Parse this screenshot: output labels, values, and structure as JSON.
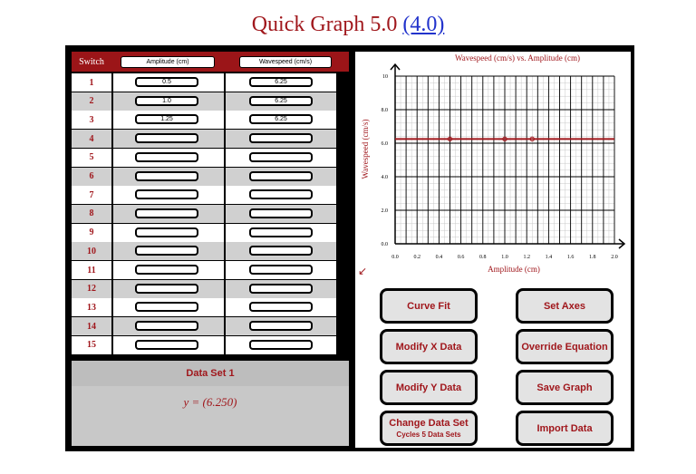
{
  "app": {
    "title": "Quick Graph 5.0",
    "link": "(4.0)"
  },
  "table": {
    "headers": {
      "switch": "Switch",
      "amplitude": "Amplitude (cm)",
      "wavespeed": "Wavespeed (cm/s)"
    },
    "rows": [
      {
        "n": "1",
        "amp": "0.5",
        "ws": "6.25"
      },
      {
        "n": "2",
        "amp": "1.0",
        "ws": "6.25"
      },
      {
        "n": "3",
        "amp": "1.25",
        "ws": "6.25"
      },
      {
        "n": "4",
        "amp": "",
        "ws": ""
      },
      {
        "n": "5",
        "amp": "",
        "ws": ""
      },
      {
        "n": "6",
        "amp": "",
        "ws": ""
      },
      {
        "n": "7",
        "amp": "",
        "ws": ""
      },
      {
        "n": "8",
        "amp": "",
        "ws": ""
      },
      {
        "n": "9",
        "amp": "",
        "ws": ""
      },
      {
        "n": "10",
        "amp": "",
        "ws": ""
      },
      {
        "n": "11",
        "amp": "",
        "ws": ""
      },
      {
        "n": "12",
        "amp": "",
        "ws": ""
      },
      {
        "n": "13",
        "amp": "",
        "ws": ""
      },
      {
        "n": "14",
        "amp": "",
        "ws": ""
      },
      {
        "n": "15",
        "amp": "",
        "ws": ""
      }
    ]
  },
  "dataset": {
    "title": "Data Set 1",
    "equation": "y = (6.250)"
  },
  "arrow": "↙",
  "buttons": {
    "curve_fit": "Curve Fit",
    "set_axes": "Set Axes",
    "modify_x": "Modify X Data",
    "override_eq": "Override Equation",
    "modify_y": "Modify Y Data",
    "save_graph": "Save Graph",
    "change_ds": "Change Data Set",
    "change_ds_sub": "Cycles 5 Data Sets",
    "import_data": "Import Data"
  },
  "chart_data": {
    "type": "scatter",
    "title": "Wavespeed (cm/s) vs. Amplitude (cm)",
    "xlabel": "Amplitude (cm)",
    "ylabel": "Wavespeed (cm/s)",
    "xlim": [
      0,
      2.0
    ],
    "ylim": [
      0,
      10
    ],
    "x_ticks": [
      "0.0",
      "0.2",
      "0.4",
      "0.6",
      "0.8",
      "1.0",
      "1.2",
      "1.4",
      "1.6",
      "1.8",
      "2.0"
    ],
    "y_ticks": [
      "0.0",
      "2.0",
      "4.0",
      "6.0",
      "8.0",
      "10"
    ],
    "points": [
      {
        "x": 0.5,
        "y": 6.25
      },
      {
        "x": 1.0,
        "y": 6.25
      },
      {
        "x": 1.25,
        "y": 6.25
      }
    ],
    "fit": {
      "y": 6.25
    },
    "grid": true,
    "colors": {
      "accent": "#a0171c"
    }
  }
}
